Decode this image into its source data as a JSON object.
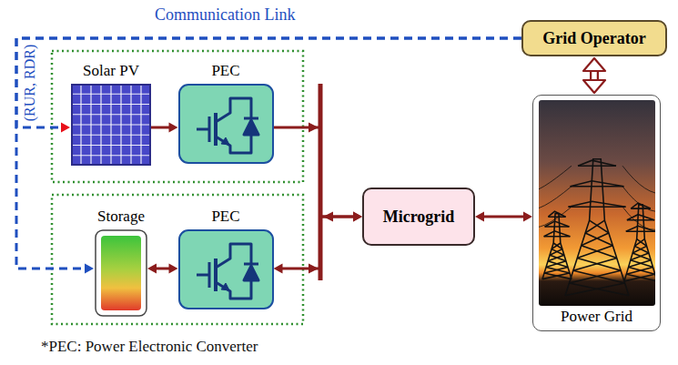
{
  "diagram": {
    "nodes": [
      {
        "text": [
          "Solar PV"
        ]
      },
      {
        "text": [
          "PEC"
        ]
      },
      {
        "text": [
          "Storage"
        ]
      },
      {
        "text": [
          "PEC"
        ]
      },
      {
        "text": [
          "Microgrid"
        ]
      },
      {
        "text": [
          "Grid Operator"
        ]
      },
      {
        "text": [
          "Power Grid"
        ]
      }
    ],
    "edges": [
      {
        "from": 0,
        "to": 1,
        "arrow": "to"
      },
      {
        "from": 1,
        "to": 4,
        "arrow": "to"
      },
      {
        "from": 2,
        "to": 3,
        "arrow": "both"
      },
      {
        "from": 3,
        "to": 4,
        "arrow": "both"
      },
      {
        "from": 4,
        "to": 6,
        "arrow": "both"
      },
      {
        "from": 5,
        "to": 6,
        "arrow": "both"
      },
      {
        "from": 5,
        "to": 0,
        "arrow": "to"
      },
      {
        "from": 5,
        "to": 2,
        "arrow": "to"
      }
    ],
    "labels": [
      "Communication Link",
      "(RUR, RDR)",
      "*PEC: Power Electronic Converter"
    ]
  }
}
